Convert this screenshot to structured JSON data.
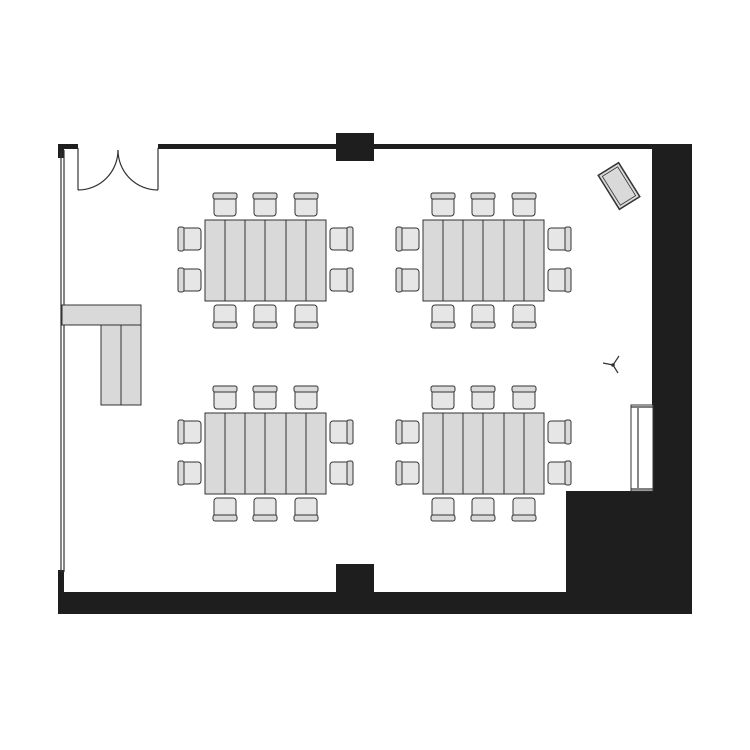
{
  "floor_plan": {
    "colors": {
      "wall": "#1e1e1e",
      "furniture_fill": "#d9d9d9",
      "outline": "#333333",
      "floor": "#ffffff"
    },
    "room": {
      "shape": "rectangular with notched lower-right corner"
    },
    "doors": [
      {
        "type": "double-swing-door"
      }
    ],
    "windows": [
      {
        "type": "window-strip-left-wall"
      },
      {
        "type": "window-strip-right-wall"
      }
    ],
    "fixtures": [
      {
        "type": "credenza-l-shaped"
      },
      {
        "type": "flip-chart-easel"
      },
      {
        "type": "floor-outlet-icon"
      }
    ],
    "table_groups": [
      {
        "id": "top-left",
        "table_segments": 6,
        "chairs": 10
      },
      {
        "id": "top-right",
        "table_segments": 6,
        "chairs": 10
      },
      {
        "id": "bottom-left",
        "table_segments": 6,
        "chairs": 10
      },
      {
        "id": "bottom-right",
        "table_segments": 6,
        "chairs": 10
      }
    ]
  }
}
